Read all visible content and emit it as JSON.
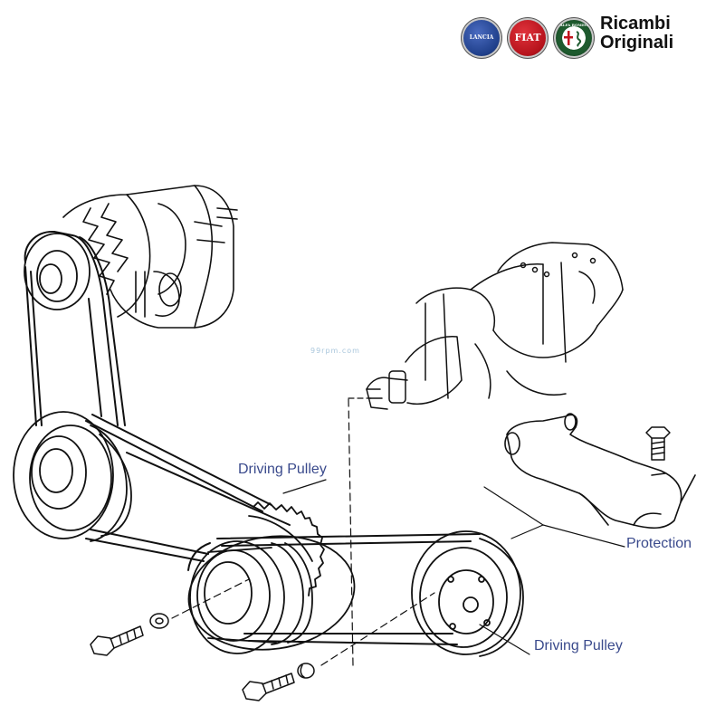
{
  "header": {
    "brand_line1": "Ricambi",
    "brand_line2": "Originali",
    "badges": [
      {
        "text": "LANCIA",
        "color": "#1f3f8a"
      },
      {
        "text": "FIAT",
        "color": "#b5121b"
      },
      {
        "text": "ALFA ROMEO",
        "color": "#1e5a2e"
      }
    ]
  },
  "watermark": "99rpm.com",
  "labels": {
    "driving_pulley_upper": "Driving Pulley",
    "driving_pulley_lower": "Driving Pulley",
    "protection": "Protection"
  },
  "colors": {
    "label": "#3a4a8c",
    "line": "#111111"
  }
}
